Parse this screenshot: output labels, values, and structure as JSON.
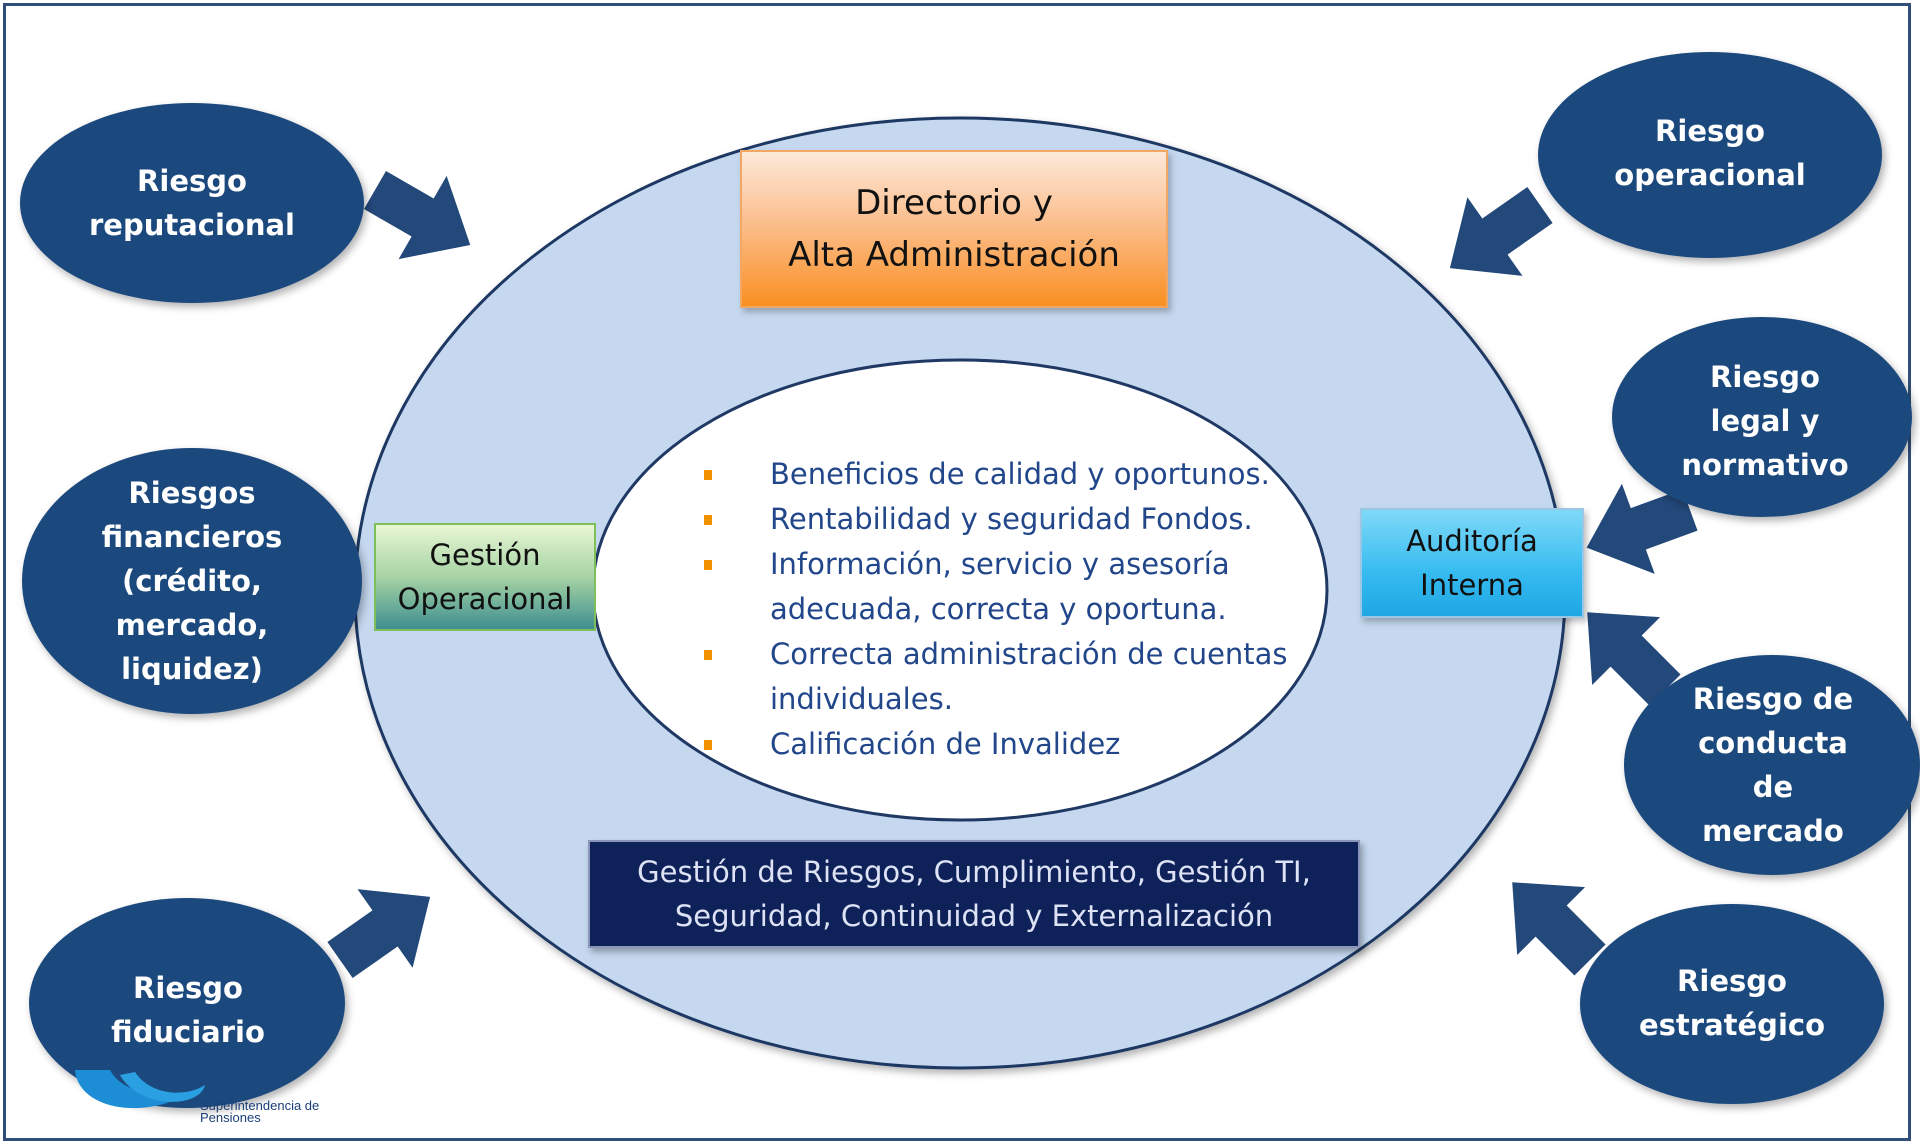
{
  "boxes": {
    "directorio": {
      "line1": "Directorio y",
      "line2": "Alta Administración"
    },
    "gestion_operacional": {
      "line1": "Gestión",
      "line2": "Operacional"
    },
    "auditoria": {
      "line1": "Auditoría",
      "line2": "Interna"
    },
    "gestion_riesgos": {
      "line1": "Gestión de Riesgos, Cumplimiento, Gestión TI,",
      "line2": "Seguridad, Continuidad  y Externalización"
    }
  },
  "objectives": [
    "Beneficios de calidad y oportunos.",
    "Rentabilidad y seguridad Fondos.",
    "Información, servicio y asesoría",
    "adecuada, correcta y oportuna.",
    "Correcta administración de cuentas",
    "individuales.",
    "Calificación de Invalidez"
  ],
  "risks": {
    "reputacional": [
      "Riesgo",
      "reputacional"
    ],
    "financieros": [
      "Riesgos",
      "financieros",
      "(crédito,",
      "mercado,",
      "liquidez)"
    ],
    "fiduciario": [
      "Riesgo",
      "fiduciario"
    ],
    "operacional": [
      "Riesgo",
      "operacional"
    ],
    "legal": [
      "Riesgo",
      "legal y",
      "normativo"
    ],
    "conducta": [
      "Riesgo de",
      "conducta",
      "de",
      "mercado"
    ],
    "estrategico": [
      "Riesgo",
      "estratégico"
    ]
  },
  "logo": {
    "line1": "Superintendencia de",
    "line2": "Pensiones"
  },
  "colors": {
    "risk_ellipse": "#1f497d",
    "arrow": "#23487a",
    "outer_ellipse": "#c5d8ef",
    "outer_ellipse_border": "#1f3864",
    "bullet": "#f39200",
    "bullet_text": "#21468a"
  }
}
